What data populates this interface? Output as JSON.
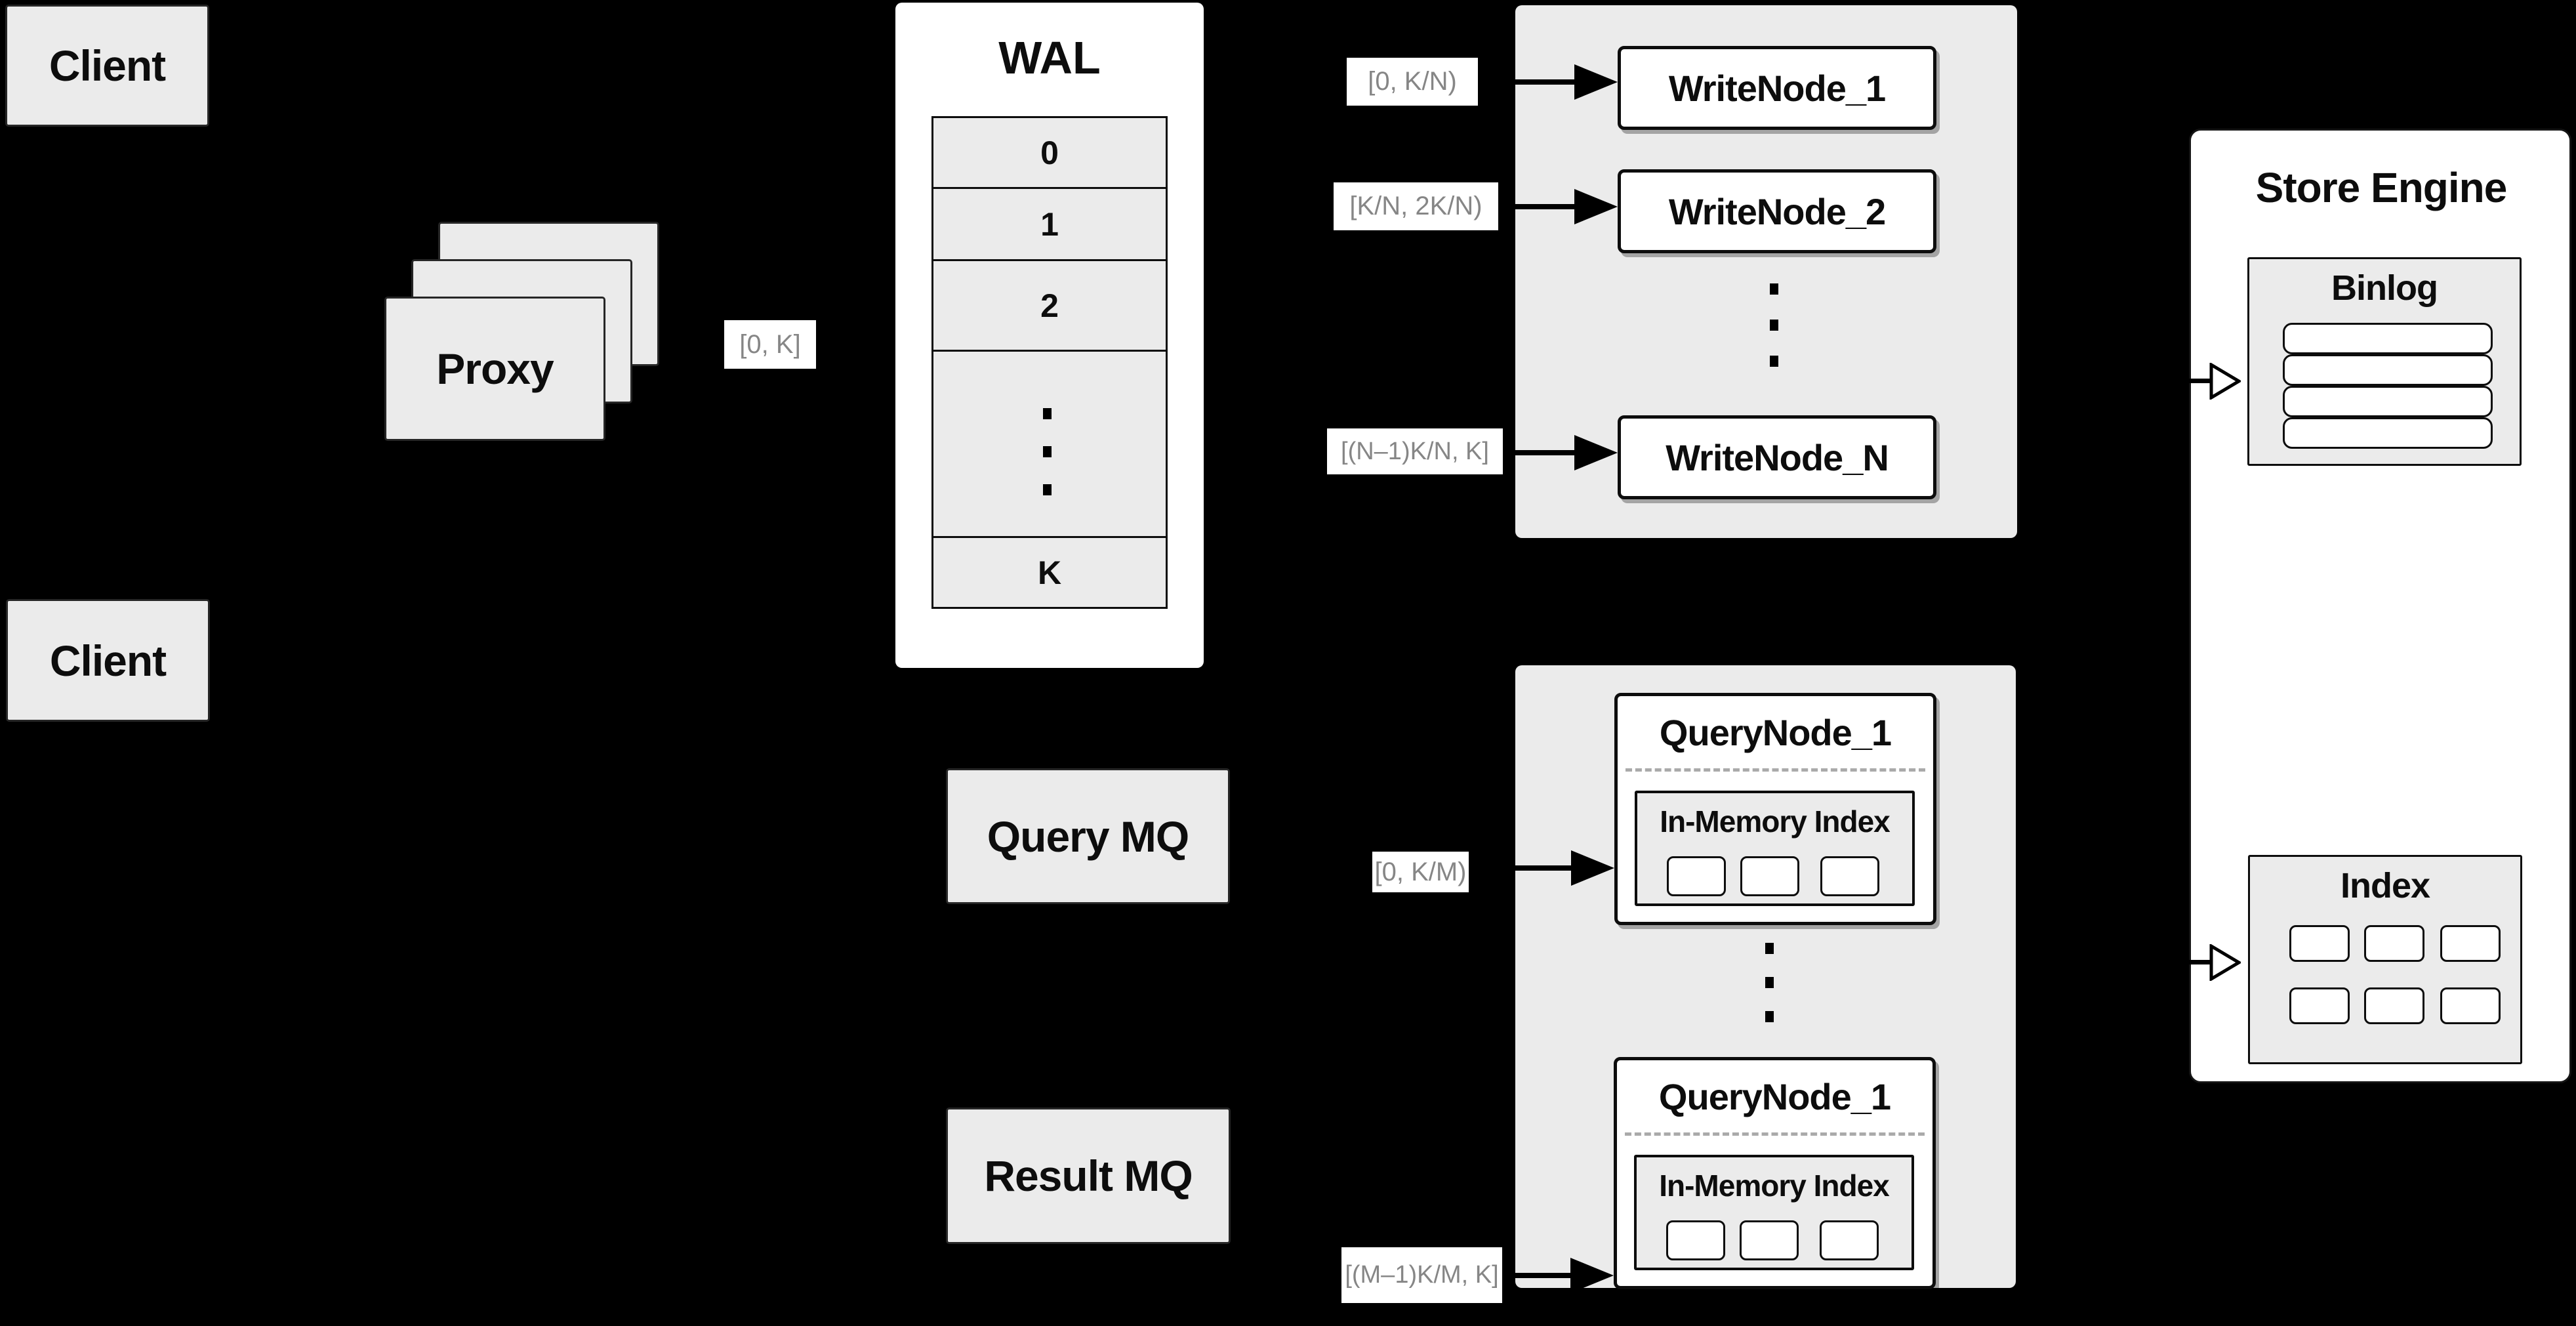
{
  "colors": {
    "background": "#000000",
    "panel_gray": "#ebebeb",
    "node_white": "#ffffff",
    "range_text_gray": "#868686",
    "dashed_line_gray": "#aaaaaa",
    "ink_black": "#0d0d0d"
  },
  "clients": {
    "top_label": "Client",
    "bottom_label": "Client"
  },
  "proxy": {
    "label": "Proxy",
    "range_label": "[0, K]"
  },
  "wal": {
    "title": "WAL",
    "rows": [
      "0",
      "1",
      "2"
    ],
    "last_row": "K"
  },
  "write_cluster": {
    "nodes": [
      {
        "name": "WriteNode_1",
        "range": "[0, K/N)"
      },
      {
        "name": "WriteNode_2",
        "range": "[K/N, 2K/N)"
      },
      {
        "name": "WriteNode_N",
        "range": "[(N–1)K/N, K]"
      }
    ]
  },
  "mq": {
    "query": "Query MQ",
    "result": "Result MQ"
  },
  "query_cluster": {
    "nodes": [
      {
        "name": "QueryNode_1",
        "memory_box": "In-Memory Index",
        "range": "[0, K/M)"
      },
      {
        "name": "QueryNode_1",
        "memory_box": "In-Memory Index",
        "range": "[(M–1)K/M, K]"
      }
    ]
  },
  "store_engine": {
    "title": "Store Engine",
    "binlog_title": "Binlog",
    "index_title": "Index"
  }
}
